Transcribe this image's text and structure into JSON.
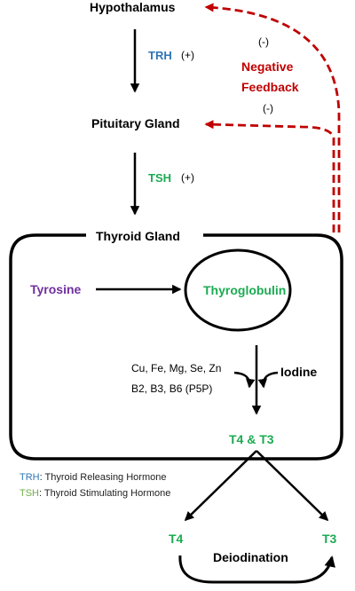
{
  "colors": {
    "trh": "#2e75b6",
    "tsh": "#1bab52",
    "tyrosine": "#7030a0",
    "thyroglobulin": "#1bab52",
    "hormone_green": "#1bab52",
    "feedback": "#c00000",
    "key_tsh": "#70ad47"
  },
  "nodes": {
    "hypothalamus": "Hypothalamus",
    "pituitary": "Pituitary Gland",
    "thyroid": "Thyroid Gland",
    "tyrosine": "Tyrosine",
    "thyroglobulin": "Thyroglobulin",
    "t4_t3": "T4 & T3",
    "t4": "T4",
    "t3": "T3",
    "deiodination": "Deiodination"
  },
  "hormones": {
    "trh": "TRH",
    "trh_effect": "(+)",
    "tsh": "TSH",
    "tsh_effect": "(+)"
  },
  "feedback": {
    "label_line1": "Negative",
    "label_line2": "Feedback",
    "sign_top": "(-)",
    "sign_bottom": "(-)"
  },
  "cofactors": {
    "minerals": "Cu, Fe, Mg, Se, Zn",
    "vitamins": "B2, B3, B6 (P5P)",
    "iodine": "Iodine"
  },
  "key": {
    "trh_abbr": "TRH",
    "trh_desc": ": Thyroid Releasing Hormone",
    "tsh_abbr": "TSH",
    "tsh_desc": ": Thyroid Stimulating Hormone"
  }
}
